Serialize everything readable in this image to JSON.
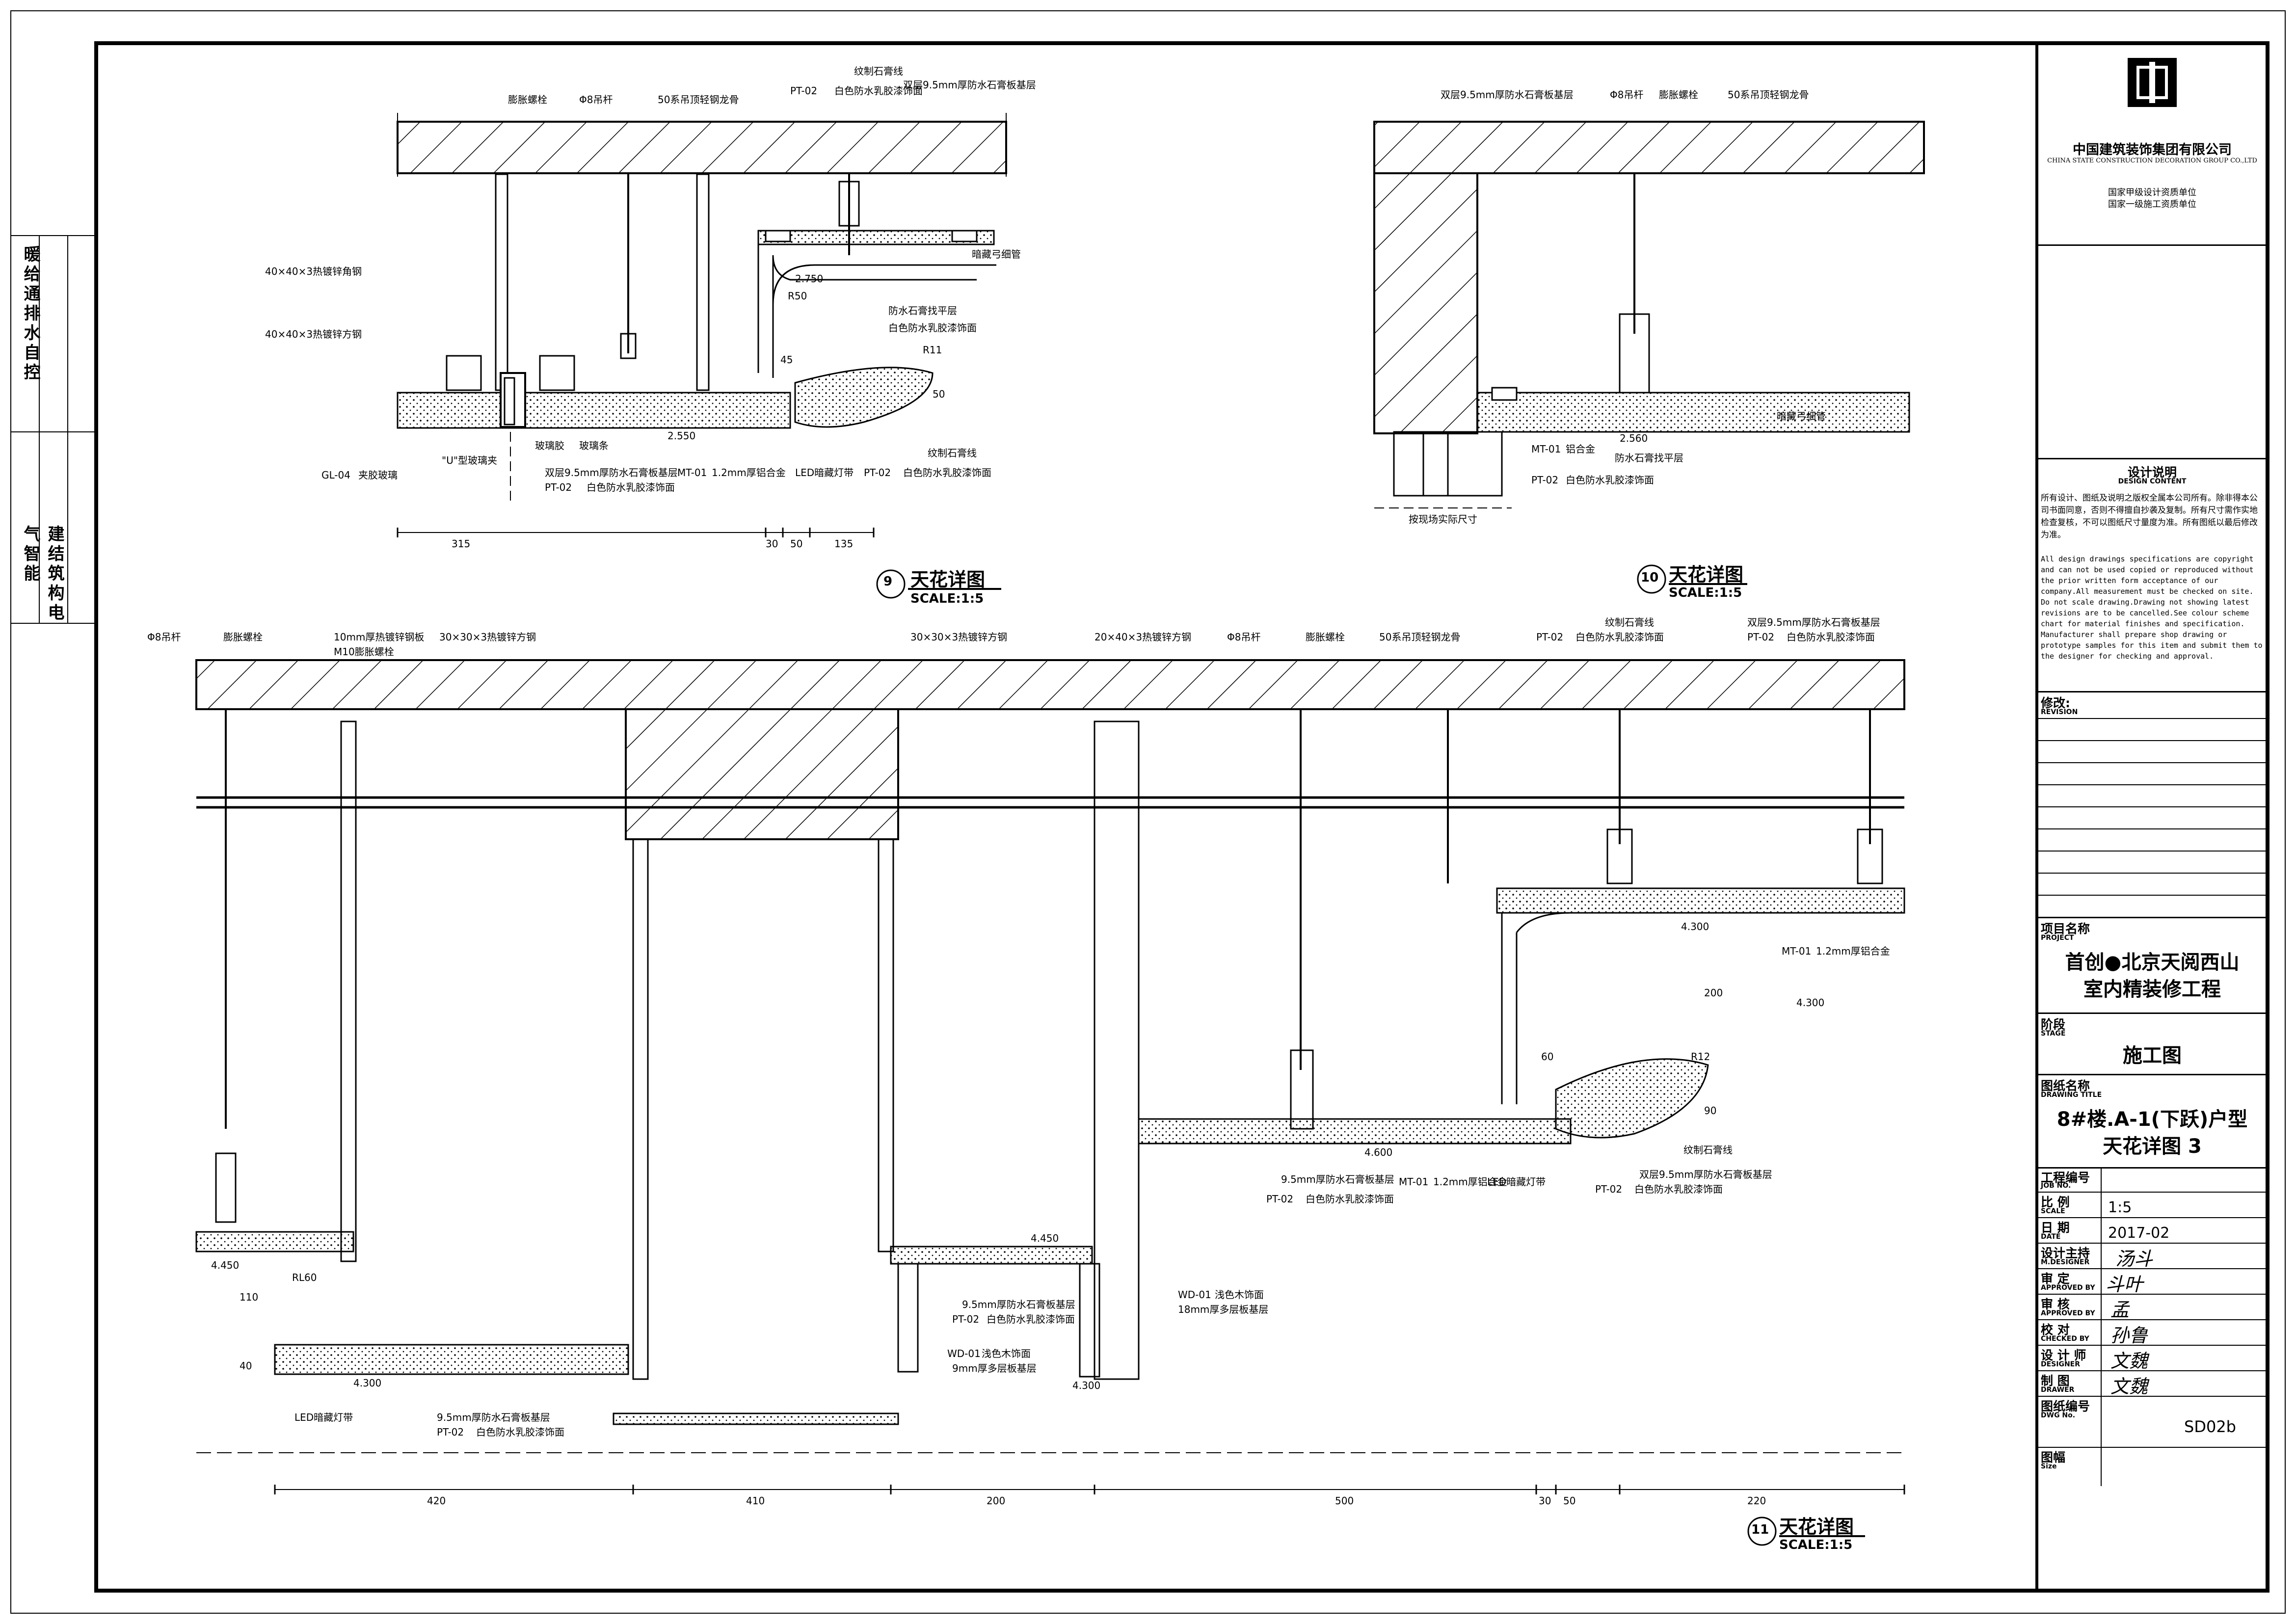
{
  "side_labels": {
    "col1": [
      "暖",
      "给",
      "通",
      "排",
      "水",
      "自",
      "控"
    ],
    "col2": [
      "建",
      "结",
      "筑",
      "构",
      "电",
      "气",
      "智",
      "能"
    ]
  },
  "title_block": {
    "company_cn": "中国建筑装饰集团有限公司",
    "company_en": "CHINA STATE CONSTRUCTION DECORATION GROUP CO.,LTD",
    "qual1": "国家甲级设计资质单位",
    "qual2": "国家一级施工资质单位",
    "design_title_cn": "设计说明",
    "design_title_en": "DESIGN CONTENT",
    "design_text_cn": "所有设计、图纸及说明之版权全属本公司所有。除非得本公司书面同意，否则不得擅自抄袭及复制。所有尺寸需作实地检查复核，不可以图纸尺寸量度为准。所有图纸以最后修改为准。",
    "design_text_en": "All design drawings specifications are copyright and can not be used copied or reproduced without the prior written form acceptance of our company.All measurement must be checked on site. Do not scale drawing.Drawing not showing latest revisions are to be cancelled.See colour scheme chart for material finishes and specification. Manufacturer shall prepare shop drawing or prototype samples for this item and submit them to the designer for checking and approval.",
    "revision_cn": "修改:",
    "revision_en": "REVISION",
    "project_cn": "项目名称",
    "project_en": "PROJECT",
    "project_line1": "首创●北京天阅西山",
    "project_line2": "室内精装修工程",
    "stage_cn": "阶段",
    "stage_en": "STAGE",
    "stage_value": "施工图",
    "dtitle_cn": "图纸名称",
    "dtitle_en": "DRAWING TITLE",
    "dtitle_line1": "8#楼.A-1(下跃)户型",
    "dtitle_line2": "天花详图 3",
    "job_cn": "工程编号",
    "job_en": "JOB NO.",
    "scale_cn": "比 例",
    "scale_en": "SCALE",
    "scale_value": "1:5",
    "date_cn": "日 期",
    "date_en": "DATE",
    "date_value": "2017-02",
    "mdesigner_cn": "设计主持",
    "mdesigner_en": "M.DESIGNER",
    "mdesigner_sig": "汤斗",
    "approved_cn": "审 定",
    "approved_en": "APPROVED BY",
    "approved_sig": "斗叶",
    "approved2_cn": "审 核",
    "approved2_en": "APPROVED BY",
    "approved2_sig": "孟",
    "checked_cn": "校 对",
    "checked_en": "CHECKED BY",
    "checked_sig": "孙鲁",
    "designer_cn": "设 计 师",
    "designer_en": "DESIGNER",
    "designer_sig": "文魏",
    "drawer_cn": "制 图",
    "drawer_en": "DRAWER",
    "drawer_sig": "文魏",
    "dwgno_cn": "图纸编号",
    "dwgno_en": "DWG No.",
    "dwgno_value": "SD02b",
    "size_cn": "图幅",
    "size_en": "Size"
  },
  "detail9": {
    "number": "9",
    "title": "天花详图",
    "scale": "SCALE:1:5",
    "labels": {
      "l1": "膨胀螺栓",
      "l2": "Φ8吊杆",
      "l3": "50系吊顶轻钢龙骨",
      "l4": "PT-02",
      "l5": "白色防水乳胶漆饰面",
      "l6": "双层9.5mm厚防水石膏板基层",
      "l7": "纹制石膏线",
      "l8": "40×40×3热镀锌角钢",
      "l9": "40×40×3热镀锌方钢",
      "l10": "暗藏弓细管",
      "l11": "防水石膏找平层",
      "l12": "\"U\"型玻璃夹",
      "l13": "玻璃胶",
      "l14": "玻璃条",
      "l15": "GL-04",
      "l16": "夹胶玻璃",
      "l17": "MT-01",
      "l18": "1.2mm厚铝合金",
      "l19": "LED暗藏灯带",
      "l20": "双层9.5mm厚防水石膏板基层"
    },
    "levels": [
      "2.750",
      "2.550"
    ],
    "dims_h": [
      "315",
      "30",
      "50",
      "135"
    ],
    "dims_v": [
      "45",
      "50",
      "R50",
      "R11"
    ]
  },
  "detail10": {
    "number": "10",
    "title": "天花详图",
    "scale": "SCALE:1:5",
    "labels": {
      "l1": "双层9.5mm厚防水石膏板基层",
      "l2": "Φ8吊杆",
      "l3": "膨胀螺栓",
      "l4": "50系吊顶轻钢龙骨",
      "l5": "暗藏弓细管",
      "l6": "MT-01",
      "l7": "铝合金",
      "l8": "PT-02",
      "l9": "防水石膏找平层",
      "l10": "白色防水乳胶漆饰面",
      "l11": "按现场实际尺寸"
    },
    "levels": [
      "2.560"
    ]
  },
  "detail11": {
    "number": "11",
    "title": "天花详图",
    "scale": "SCALE:1:5",
    "labels": {
      "l1": "Φ8吊杆",
      "l2": "膨胀螺栓",
      "l3": "10mm厚热镀锌钢板",
      "l4": "M10膨胀螺栓",
      "l5": "30×30×3热镀锌方钢",
      "l6": "30×30×3热镀锌方钢",
      "l7": "20×40×3热镀锌方钢",
      "l8": "Φ8吊杆",
      "l9": "膨胀螺栓",
      "l10": "50系吊顶轻钢龙骨",
      "l11": "PT-02",
      "l12": "白色防水乳胶漆饰面",
      "l13": "纹制石膏线",
      "l14": "双层9.5mm厚防水石膏板基层",
      "l15": "MT-01",
      "l16": "1.2mm厚铝合金",
      "l17": "9.5mm厚防水石膏板基层",
      "l18": "LED暗藏灯带",
      "l19": "WD-01",
      "l20": "浅色木饰面",
      "l21": "18mm厚多层板基层",
      "l22": "9mm厚多层板基层",
      "l23": "RL60"
    },
    "levels": [
      "4.450",
      "4.300",
      "4.300",
      "4.450",
      "4.600",
      "4.300",
      "4.300"
    ],
    "dims_h": [
      "420",
      "410",
      "200",
      "500",
      "30",
      "50",
      "220"
    ],
    "dims_v": [
      "110",
      "40",
      "200",
      "60",
      "90",
      "R12"
    ]
  }
}
